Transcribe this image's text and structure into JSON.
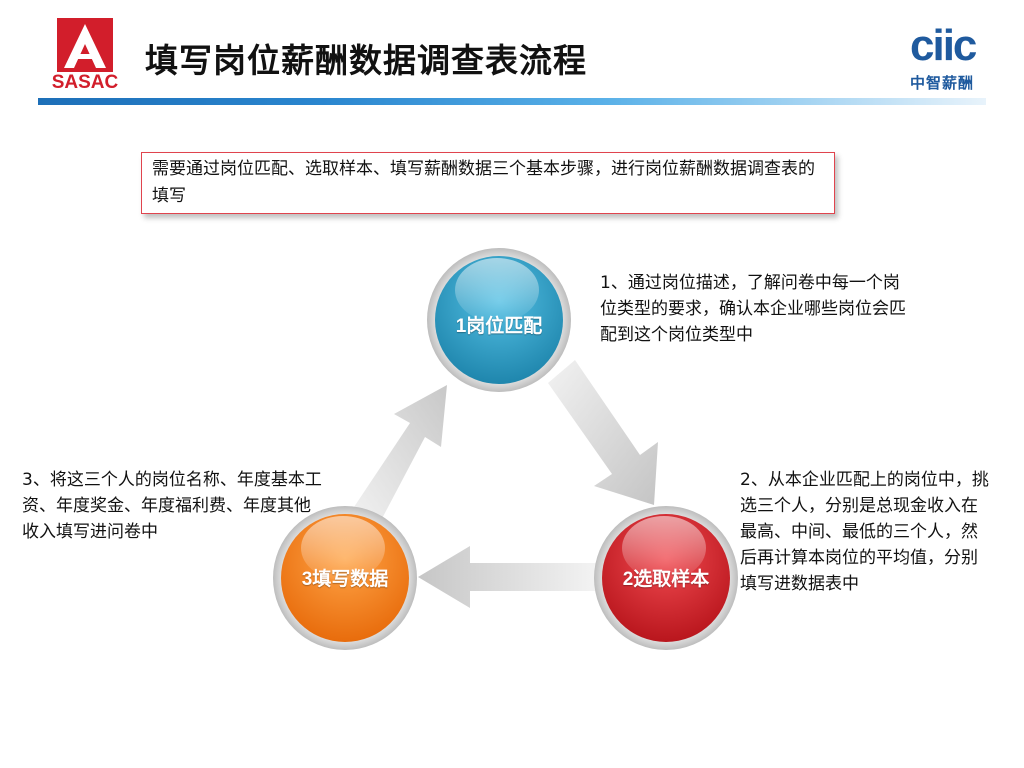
{
  "header": {
    "title": "填写岗位薪酬数据调查表流程",
    "logo_left_text": "SASAC",
    "logo_right_brand": "ciic",
    "logo_right_sub": "中智薪酬"
  },
  "intro": {
    "text": "需要通过岗位匹配、选取样本、填写薪酬数据三个基本步骤，进行岗位薪酬数据调查表的填写"
  },
  "steps": [
    {
      "number": "1",
      "label": "岗位匹配",
      "color": "#2e9fc6",
      "description": "1、通过岗位描述，了解问卷中每一个岗位类型的要求，确认本企业哪些岗位会匹配到这个岗位类型中"
    },
    {
      "number": "2",
      "label": "选取样本",
      "color": "#d9262e",
      "description": "2、从本企业匹配上的岗位中，挑选三个人，分别是总现金收入在最高、中间、最低的三个人，然后再计算本岗位的平均值，分别填写进数据表中"
    },
    {
      "number": "3",
      "label": "填写数据",
      "color": "#f5841f",
      "description": "3、将这三个人的岗位名称、年度基本工资、年度奖金、年度福利费、年度其他收入填写进问卷中"
    }
  ],
  "colors": {
    "header_bar": "#1d6fb8",
    "intro_border": "#e0444e",
    "arrow": "#cfcfcf"
  }
}
